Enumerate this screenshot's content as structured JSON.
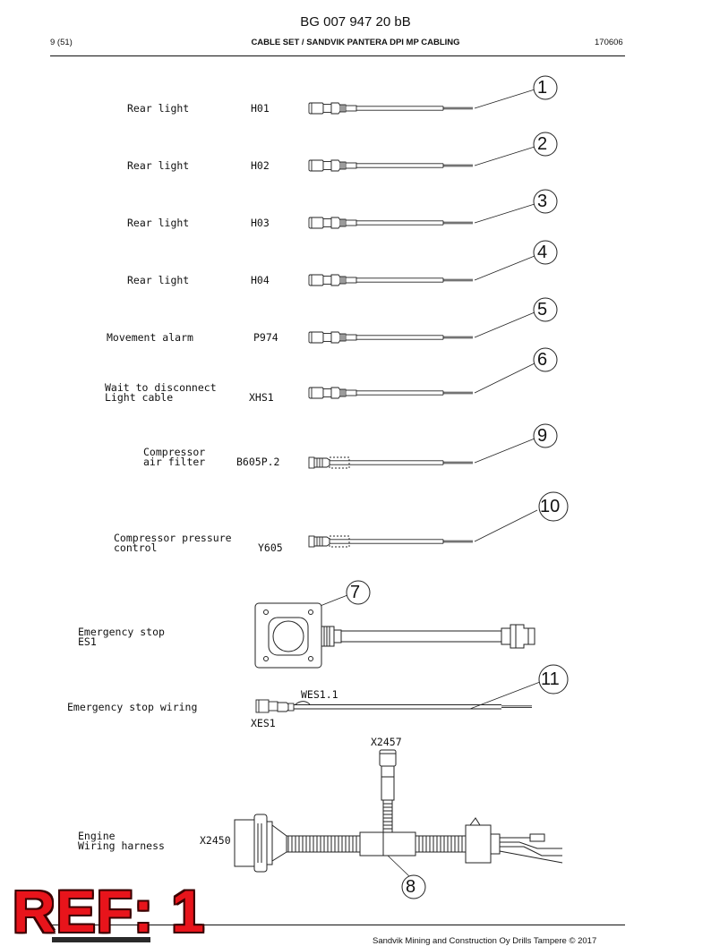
{
  "header": {
    "doc_number": "BG 007 947 20 bB",
    "page": "9 (51)",
    "title": "CABLE SET / SANDVIK PANTERA DPI MP CABLING",
    "code": "170606"
  },
  "items": [
    {
      "id": "row-h01",
      "name": "Rear light",
      "code": "H01",
      "callout": "1"
    },
    {
      "id": "row-h02",
      "name": "Rear light",
      "code": "H02",
      "callout": "2"
    },
    {
      "id": "row-h03",
      "name": "Rear light",
      "code": "H03",
      "callout": "3"
    },
    {
      "id": "row-h04",
      "name": "Rear light",
      "code": "H04",
      "callout": "4"
    },
    {
      "id": "row-p974",
      "name": "Movement alarm",
      "code": "P974",
      "callout": "5"
    },
    {
      "id": "row-xhs1",
      "name_line1": "Wait to disconnect",
      "name_line2": "Light cable",
      "code": "XHS1",
      "callout": "6"
    },
    {
      "id": "row-b605",
      "name_line1": "Compressor",
      "name_line2": "air filter",
      "code": "B605P.2",
      "callout": "9"
    },
    {
      "id": "row-y605",
      "name_line1": "Compressor pressure",
      "name_line2": "control",
      "code": "Y605",
      "callout": "10"
    }
  ],
  "estop": {
    "name_line1": "Emergency stop",
    "name_line2": "ES1",
    "callout": "7"
  },
  "estop_wiring": {
    "name": "Emergency stop wiring",
    "wire_code": "WES1.1",
    "connector_code": "XES1",
    "callout": "11"
  },
  "engine": {
    "name_line1": "Engine",
    "name_line2": "Wiring harness",
    "code_main": "X2450",
    "code_branch": "X2457",
    "callout": "8"
  },
  "stamp": "REF: 1",
  "footer": "Sandvik Mining and Construction Oy Drills Tampere © 2017"
}
